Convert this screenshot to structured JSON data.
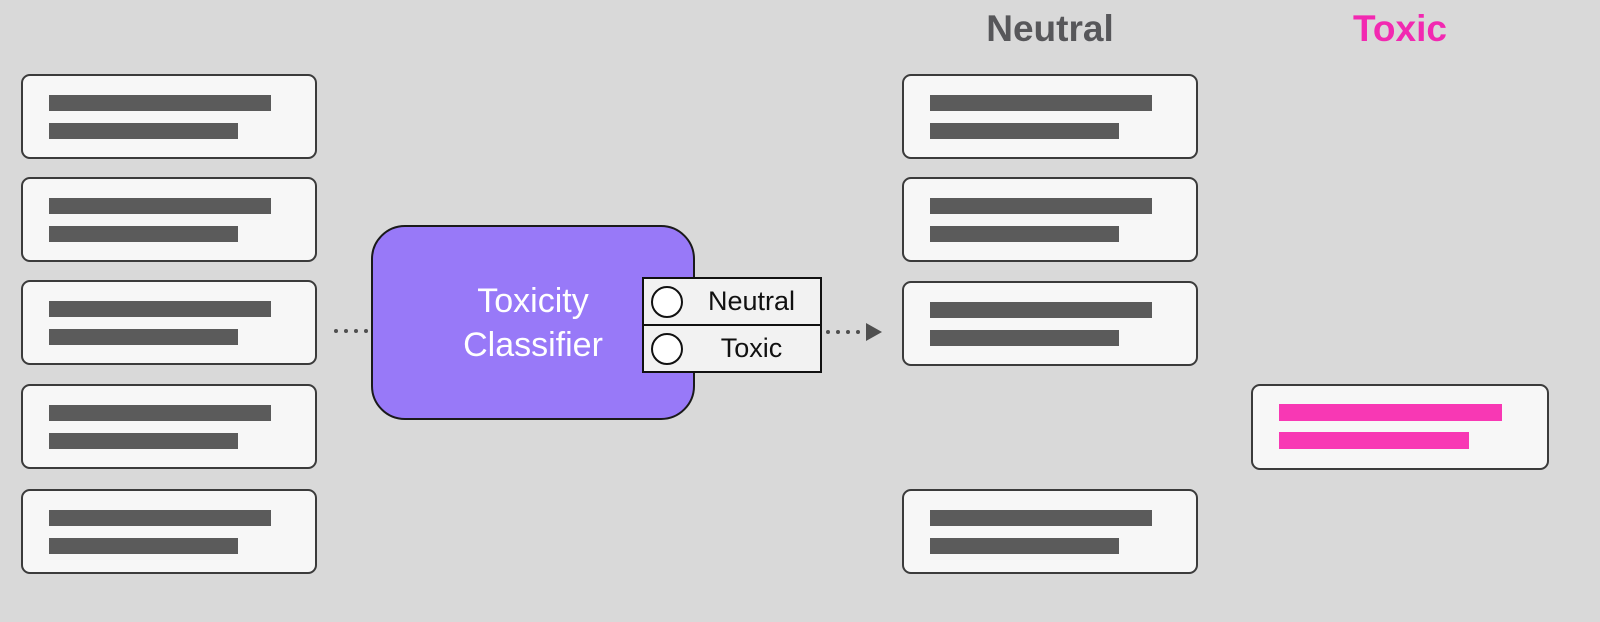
{
  "diagram": {
    "classifier": {
      "line1": "Toxicity",
      "line2": "Classifier"
    },
    "radio_panel": {
      "options": [
        {
          "label": "Neutral"
        },
        {
          "label": "Toxic"
        }
      ]
    },
    "input_column": {
      "card_count": 5
    },
    "neutral_column": {
      "header": "Neutral",
      "card_count": 4
    },
    "toxic_column": {
      "header": "Toxic",
      "card_count": 1
    },
    "colors": {
      "background": "#d9d9d9",
      "card_bg": "#f7f7f7",
      "card_border": "#3b3b3b",
      "bar_gray": "#5b5b5b",
      "classifier_purple": "#9879f8",
      "classifier_text": "#ffffff",
      "toxic_pink": "#f838b4",
      "header_gray": "#57575a",
      "header_pink": "#f229b1",
      "arrow_gray": "#4f4f4f"
    }
  }
}
